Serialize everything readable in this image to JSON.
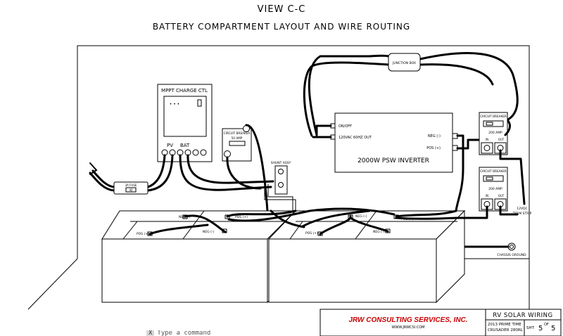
{
  "header": {
    "view": "VIEW C-C",
    "title": "BATTERY COMPARTMENT LAYOUT AND WIRE ROUTING"
  },
  "charge_controller": {
    "title": "MPPT CHARGE CTL",
    "dots": "• • •",
    "pv": "PV",
    "bat": "BAT"
  },
  "fuse": {
    "label": "3A FUSE",
    "value": "40"
  },
  "breaker_small": {
    "title": "CIRCUIT BREAKER",
    "rating": "50 AMP"
  },
  "shunt": {
    "label": "SHUNT ASSY"
  },
  "junction_box": {
    "label": "JUNCTION BOX"
  },
  "inverter": {
    "onoff": "ON/OFF",
    "ac_out": "120VAC 60HZ OUT",
    "neg": "NEG (-)",
    "pos": "POS (+)",
    "name": "2000W PSW INVERTER"
  },
  "breakers_right": [
    {
      "title": "CIRCUIT BREAKER",
      "rating": "200 AMP",
      "in": "IN",
      "out": "OUT"
    },
    {
      "title": "CIRCUIT BREAKER",
      "rating": "200 AMP",
      "in": "IN",
      "out": "OUT"
    }
  ],
  "term_strip": {
    "line1": "12VDC",
    "line2": "TERM STRIP"
  },
  "chassis": {
    "label": "CHASSIS GROUND"
  },
  "batteries": {
    "neg": "NEG (-)",
    "pos": "POS (+)"
  },
  "title_block": {
    "company": "JRW CONSULTING SERVICES, INC.",
    "url": "WWW.JRWCSI.COM",
    "drawing_title": "RV SOLAR WIRING",
    "line1": "2013 PRIME TIME",
    "line2": "CRUSADER 280RL",
    "sht_label": "SHT",
    "sht_num": "5",
    "of_label": "OF",
    "sht_total": "5"
  },
  "command_bar": {
    "close": "X",
    "prompt": "Type a command"
  },
  "colors": {
    "company": "#cc0000",
    "line": "#000000"
  }
}
